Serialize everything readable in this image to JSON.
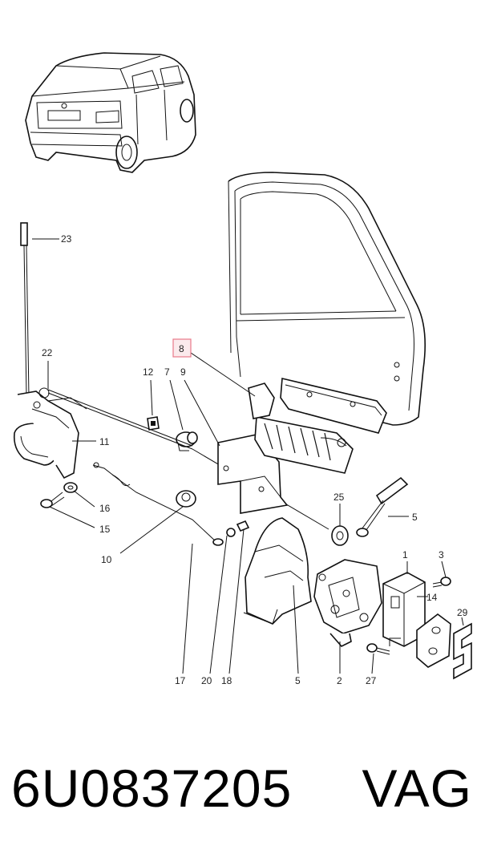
{
  "callouts": {
    "c23": "23",
    "c22": "22",
    "c12": "12",
    "c7": "7",
    "c9": "9",
    "c8": "8",
    "c11": "11",
    "c16": "16",
    "c15": "15",
    "c10": "10",
    "c25": "25",
    "c5a": "5",
    "c1": "1",
    "c3": "3",
    "c14": "14",
    "c29": "29",
    "c17": "17",
    "c20": "20",
    "c18": "18",
    "c5b": "5",
    "c2": "2",
    "c27": "27"
  },
  "highlight": {
    "box_color": "#e87a8a",
    "box_fill": "#fbeaec"
  },
  "caption": {
    "part_number": "6U0837205",
    "brand": "VAG"
  }
}
